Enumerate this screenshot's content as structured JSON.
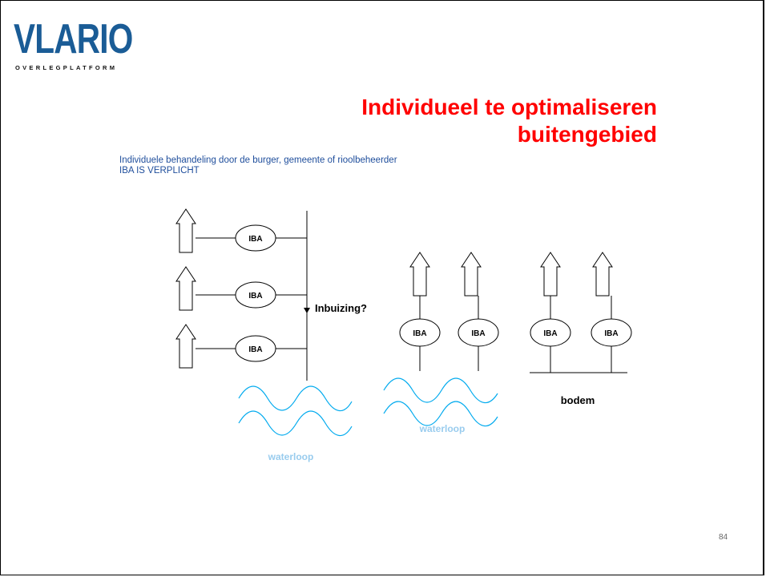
{
  "logo": {
    "name": "VLARIO",
    "tagline": "OVERLEGPLATFORM",
    "color": "#1a5c96"
  },
  "slide": {
    "title_line1": "Individueel te optimaliseren",
    "title_line2": "buitengebied",
    "subtitle_line1": "Individuele behandeling door de burger, gemeente of rioolbeheerder",
    "subtitle_line2": "IBA IS VERPLICHT",
    "page_number": "84",
    "title_color": "#ff0000",
    "water_color": "#00aaee"
  },
  "diagram": {
    "node_label": "IBA",
    "pipe_label": "Inbuizing?",
    "water_label": "waterloop",
    "soil_label": "bodem"
  }
}
